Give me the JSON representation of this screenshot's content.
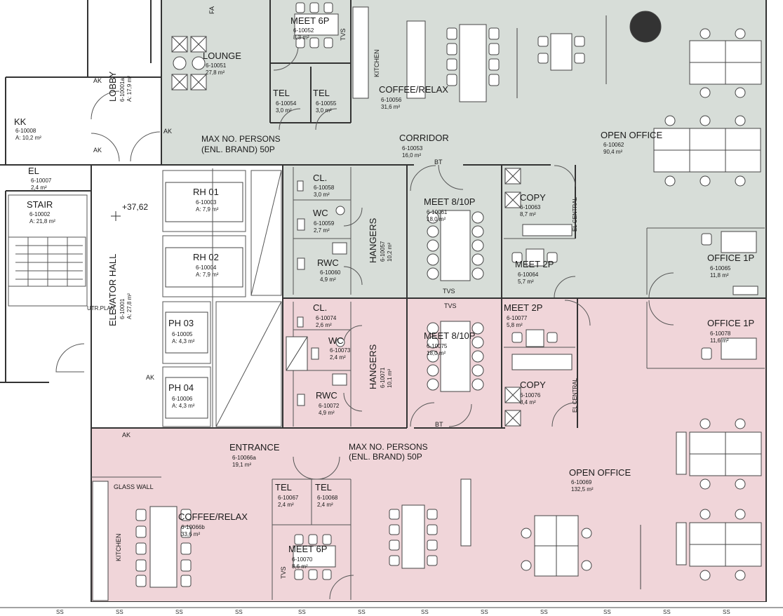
{
  "colors": {
    "green_zone": "#d7ddd8",
    "pink_zone": "#f0d5d9",
    "walls": "#333333"
  },
  "rooms": [
    {
      "id": "lounge",
      "name": "LOUNGE",
      "number": "6-10051",
      "area": "27,8 m²"
    },
    {
      "id": "meet6p_top",
      "name": "MEET 6P",
      "number": "6-10052",
      "area": "8,3 m²"
    },
    {
      "id": "tel54",
      "name": "TEL",
      "number": "6-10054",
      "area": "3,0 m²"
    },
    {
      "id": "tel55",
      "name": "TEL",
      "number": "6-10055",
      "area": "3,0 m²"
    },
    {
      "id": "coffee_top",
      "name": "COFFEE/RELAX",
      "number": "6-10056",
      "area": "31,6 m²"
    },
    {
      "id": "lobby",
      "name": "LOBBY",
      "number": "6-10001a",
      "area": "A: 17,9 m²"
    },
    {
      "id": "kk",
      "name": "KK",
      "number": "6-10008",
      "area": "A: 10,2 m²"
    },
    {
      "id": "corridor",
      "name": "CORRIDOR",
      "number": "6-10053",
      "area": "16,0 m²"
    },
    {
      "id": "open_top",
      "name": "OPEN OFFICE",
      "number": "6-10062",
      "area": "90,4 m²"
    },
    {
      "id": "el",
      "name": "EL",
      "number": "6-10007",
      "area": "2,4 m²"
    },
    {
      "id": "stair",
      "name": "STAIR",
      "number": "6-10002",
      "area": "A: 21,8 m²"
    },
    {
      "id": "rh01",
      "name": "RH 01",
      "number": "6-10003",
      "area": "A: 7,9 m²"
    },
    {
      "id": "rh02",
      "name": "RH 02",
      "number": "6-10004",
      "area": "A: 7,9 m²"
    },
    {
      "id": "ph03",
      "name": "PH 03",
      "number": "6-10005",
      "area": "A: 4,3 m²"
    },
    {
      "id": "ph04",
      "name": "PH 04",
      "number": "6-10006",
      "area": "A: 4,3 m²"
    },
    {
      "id": "elevhall",
      "name": "ELEVATOR HALL",
      "number": "6-10001",
      "area": "A: 27,8 m²"
    },
    {
      "id": "cl58",
      "name": "CL.",
      "number": "6-10058",
      "area": "3,0 m²"
    },
    {
      "id": "wc59",
      "name": "WC",
      "number": "6-10059",
      "area": "2,7 m²"
    },
    {
      "id": "rwc60",
      "name": "RWC",
      "number": "6-10060",
      "area": "4,9 m²"
    },
    {
      "id": "hang57",
      "name": "HANGERS",
      "number": "6-10057",
      "area": "10,2 m²"
    },
    {
      "id": "meet61",
      "name": "MEET 8/10P",
      "number": "6-10061",
      "area": "18,0 m²"
    },
    {
      "id": "copy63",
      "name": "COPY",
      "number": "6-10063",
      "area": "8,7 m²"
    },
    {
      "id": "meet64",
      "name": "MEET 2P",
      "number": "6-10064",
      "area": "5,7 m²"
    },
    {
      "id": "off65",
      "name": "OFFICE 1P",
      "number": "6-10065",
      "area": "11,8 m²"
    },
    {
      "id": "cl74",
      "name": "CL.",
      "number": "6-10074",
      "area": "2,6 m²"
    },
    {
      "id": "wc73",
      "name": "WC",
      "number": "6-10073",
      "area": "2,4 m²"
    },
    {
      "id": "rwc72",
      "name": "RWC",
      "number": "6-10072",
      "area": "4,9 m²"
    },
    {
      "id": "hang71",
      "name": "HANGERS",
      "number": "6-10071",
      "area": "10,1 m²"
    },
    {
      "id": "meet75",
      "name": "MEET 8/10P",
      "number": "6-10075",
      "area": "18,0 m²"
    },
    {
      "id": "meet77",
      "name": "MEET 2P",
      "number": "6-10077",
      "area": "5,8 m²"
    },
    {
      "id": "off78",
      "name": "OFFICE 1P",
      "number": "6-10078",
      "area": "11,6 m²"
    },
    {
      "id": "copy76",
      "name": "COPY",
      "number": "6-10076",
      "area": "8,4 m²"
    },
    {
      "id": "entrance",
      "name": "ENTRANCE",
      "number": "6-10066a",
      "area": "19,1 m²"
    },
    {
      "id": "tel67",
      "name": "TEL",
      "number": "6-10067",
      "area": "2,4 m²"
    },
    {
      "id": "tel68",
      "name": "TEL",
      "number": "6-10068",
      "area": "2,4 m²"
    },
    {
      "id": "coffee_bot",
      "name": "COFFEE/RELAX",
      "number": "6-10066b",
      "area": "33,6 m²"
    },
    {
      "id": "meet70",
      "name": "MEET 6P",
      "number": "6-10070",
      "area": "8,6 m²"
    },
    {
      "id": "open_bot",
      "name": "OPEN OFFICE",
      "number": "6-10069",
      "area": "132,5 m²"
    }
  ],
  "labels": {
    "max_top_1": "MAX NO. PERSONS",
    "max_top_2": "(ENL. BRAND) 50P",
    "max_bot_1": "MAX NO. PERSONS",
    "max_bot_2": "(ENL. BRAND)  50P",
    "elevation": "+37,62",
    "glass_wall": "GLASS WALL",
    "kitchen_top": "KITCHEN",
    "kitchen_bot": "KITCHEN",
    "tvs": "TVS",
    "bt": "BT",
    "ak": "AK",
    "utr_plan": "UTR.PLAN",
    "el_central": "EL CENTRAL",
    "fa": "FA",
    "ss": "SS"
  }
}
